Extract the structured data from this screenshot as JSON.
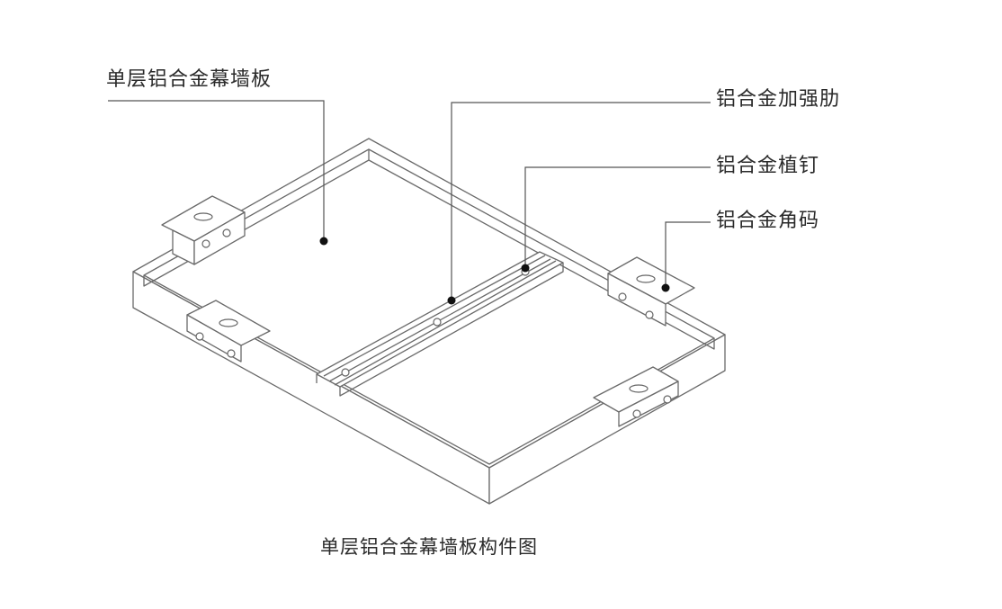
{
  "labels": {
    "panel": "单层铝合金幕墙板",
    "rib": "铝合金加强肋",
    "stud": "铝合金植钉",
    "bracket": "铝合金角码"
  },
  "caption": "单层铝合金幕墙板构件图"
}
